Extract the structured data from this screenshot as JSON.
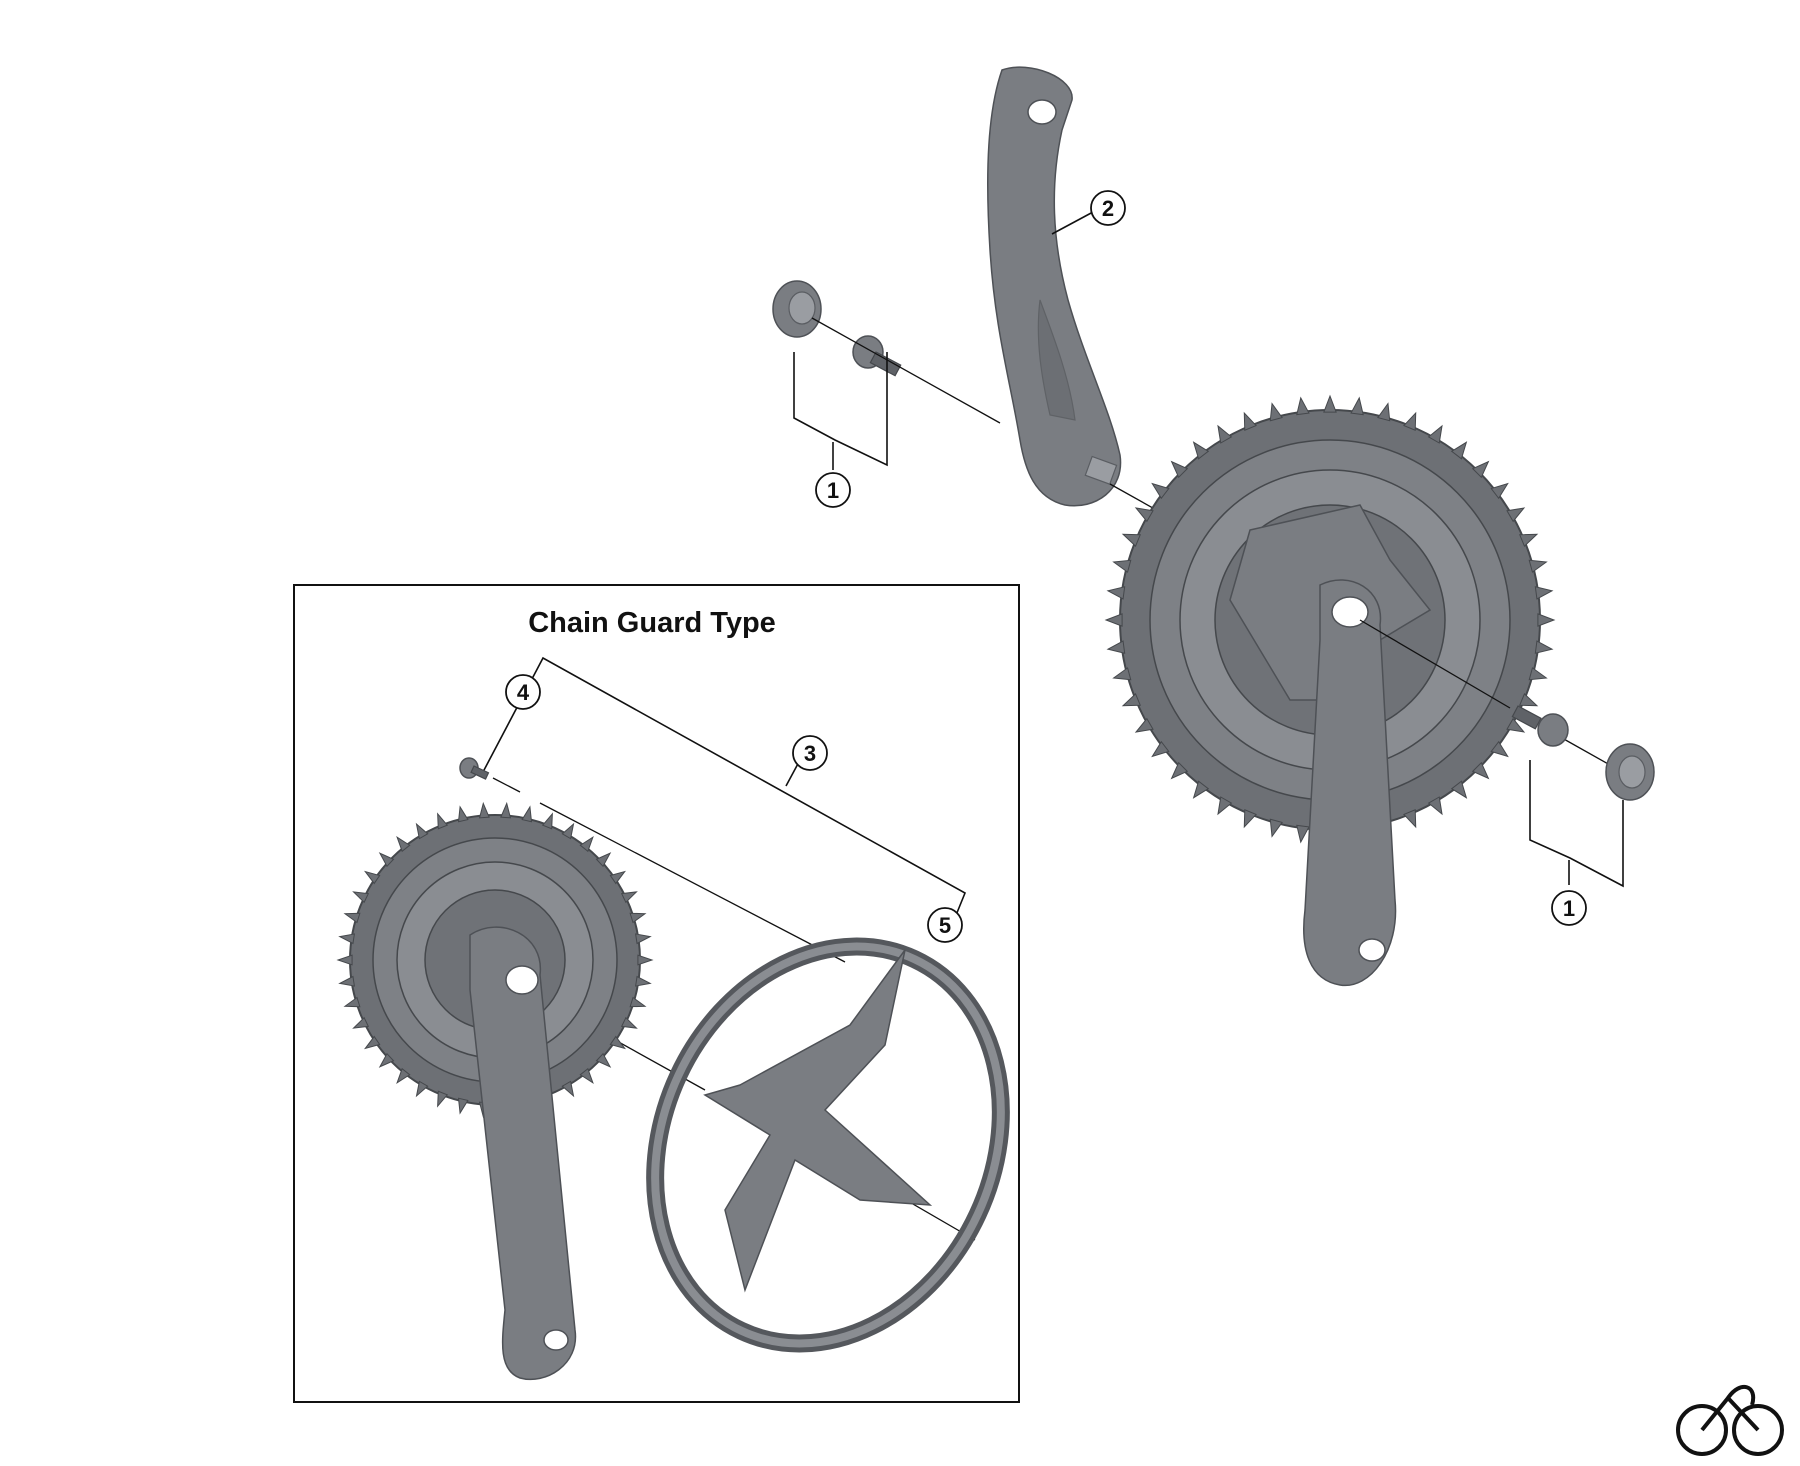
{
  "diagram": {
    "inset": {
      "title": "Chain Guard Type"
    },
    "callouts": [
      {
        "id": "callout-1-upper",
        "number": "1"
      },
      {
        "id": "callout-2",
        "number": "2"
      },
      {
        "id": "callout-1-lower",
        "number": "1"
      },
      {
        "id": "callout-3",
        "number": "3"
      },
      {
        "id": "callout-4",
        "number": "4"
      },
      {
        "id": "callout-5",
        "number": "5"
      }
    ],
    "parts": [
      {
        "name": "left-crank-arm",
        "icon": "crank-arm-icon"
      },
      {
        "name": "crank-cap",
        "icon": "cap-icon"
      },
      {
        "name": "crank-bolt",
        "icon": "bolt-icon"
      },
      {
        "name": "right-crankset",
        "icon": "crankset-icon"
      },
      {
        "name": "chain-guard",
        "icon": "chain-guard-icon"
      },
      {
        "name": "chainring-bolt",
        "icon": "bolt-icon"
      }
    ],
    "logo": {
      "icon": "bicycle-logo-icon"
    },
    "colors": {
      "metal": "#7a7d82",
      "line": "#111111",
      "background": "#ffffff"
    }
  }
}
